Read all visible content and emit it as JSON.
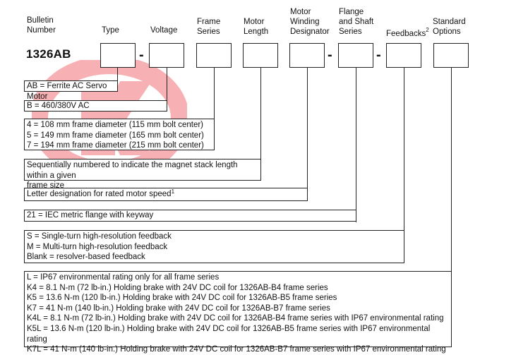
{
  "headers": {
    "bulletin": "Bulletin\nNumber",
    "type": "Type",
    "voltage": "Voltage",
    "frame_series": "Frame\nSeries",
    "motor_length": "Motor\nLength",
    "winding": "Motor\nWinding\nDesignator",
    "flange": "Flange\nand Shaft\nSeries",
    "feedbacks": "Feedbacks",
    "feedbacks_note": "2",
    "standard_options": "Standard\nOptions"
  },
  "model": "1326AB",
  "dash": "-",
  "boxes": {
    "type": [
      "AB = Ferrite AC Servo Motor"
    ],
    "voltage": [
      "B = 460/380V AC"
    ],
    "frame": [
      "4 = 108 mm frame diameter (115 mm bolt center)",
      "5 = 149 mm frame diameter (165 mm bolt center)",
      "7 = 194 mm frame diameter (215 mm bolt center)"
    ],
    "length": [
      "Sequentially numbered to indicate the magnet stack length within a given",
      "frame size"
    ],
    "winding": [
      "Letter designation for rated motor speed"
    ],
    "winding_note": "1",
    "flange": [
      "21 = IEC metric flange with keyway"
    ],
    "feedback": [
      "S = Single-turn high-resolution feedback",
      "M = Multi-turn high-resolution feedback",
      "Blank = resolver-based feedback"
    ],
    "options": [
      "L = IP67 environmental rating only for all frame series",
      "K4 = 8.1 N-m (72 lb-in.) Holding brake with 24V DC coil for 1326AB-B4 frame series",
      "K5 = 13.6 N-m (120 lb-in.) Holding brake with 24V DC coil for 1326AB-B5 frame series",
      "K7 = 41 N-m (140 lb-in.) Holding brake with 24V DC coil for 1326AB-B7 frame series",
      "K4L = 8.1 N-m (72 lb-in.) Holding brake with 24V DC coil for 1326AB-B4 frame series with IP67 environmental rating",
      "K5L = 13.6 N-m (120 lb-in.) Holding brake with 24V DC coil for 1326AB-B5 frame series with IP67 environmental rating",
      "K7L = 41 N-m (140 lb-in.) Holding brake with 24V DC coil for 1326AB-B7 frame series with IP67 environmental rating"
    ]
  },
  "watermark_color": "#e8101a"
}
